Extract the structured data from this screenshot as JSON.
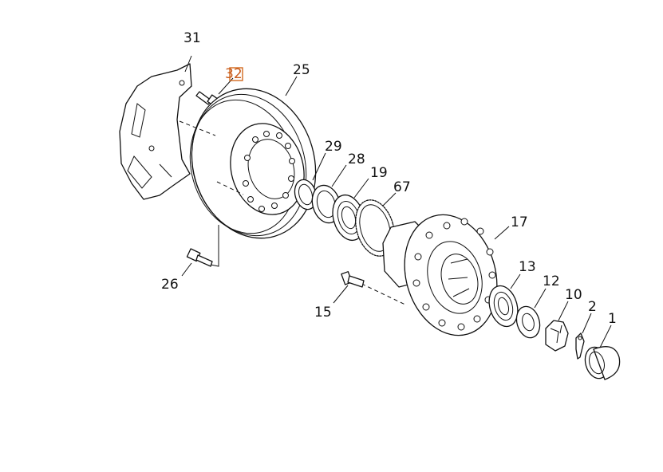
{
  "colors": {
    "line": "#111111",
    "highlight": "#d2691e",
    "background": "#ffffff"
  },
  "callouts": {
    "p31": "31",
    "p32": "32",
    "p25": "25",
    "p29": "29",
    "p28": "28",
    "p19": "19",
    "p67": "67",
    "p17": "17",
    "p13": "13",
    "p12": "12",
    "p10": "10",
    "p2": "2",
    "p1": "1",
    "p26": "26",
    "p15": "15"
  }
}
